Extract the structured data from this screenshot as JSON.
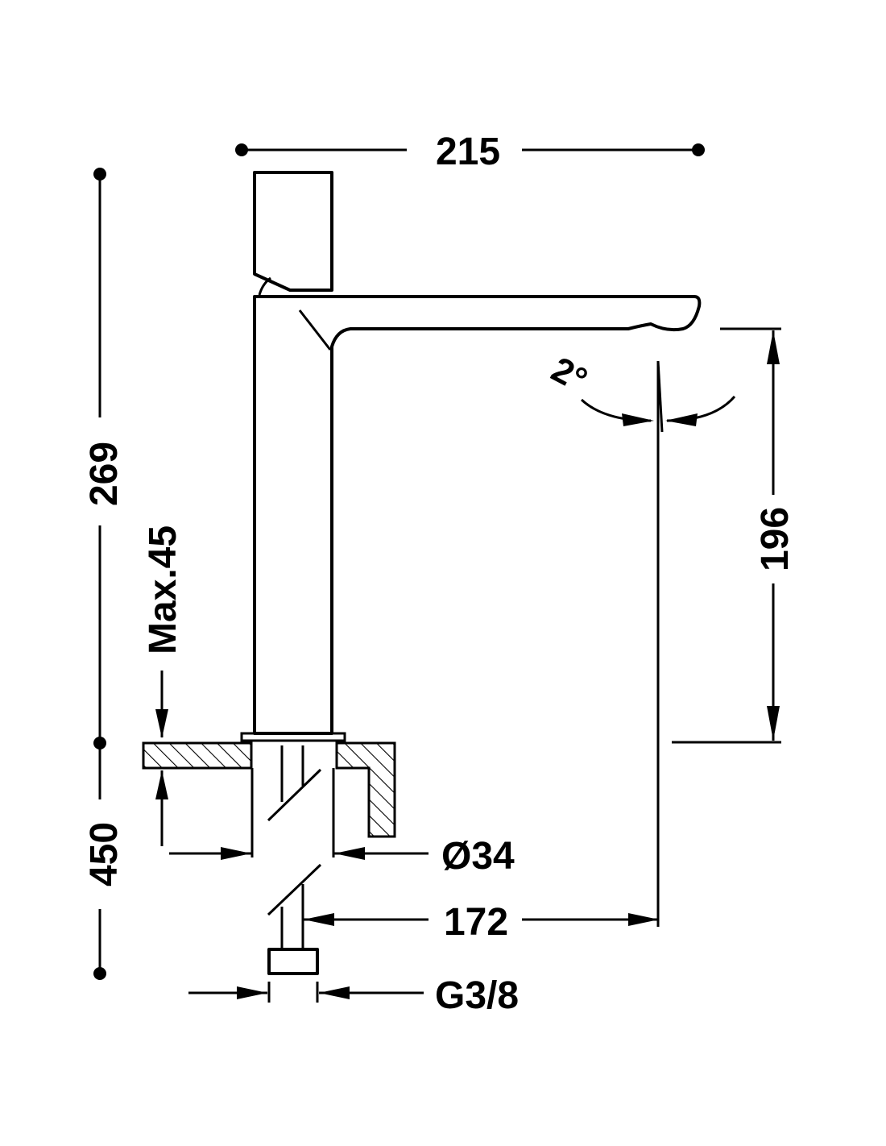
{
  "dimensions": {
    "width_total": "215",
    "height_total": "269",
    "deck_thickness": "Max.45",
    "spout_height": "196",
    "spout_angle": "2°",
    "hole_diameter": "Ø34",
    "spout_reach": "172",
    "connection": "G3/8",
    "hose_length": "450"
  },
  "colors": {
    "line": "#000000",
    "background": "#ffffff"
  }
}
